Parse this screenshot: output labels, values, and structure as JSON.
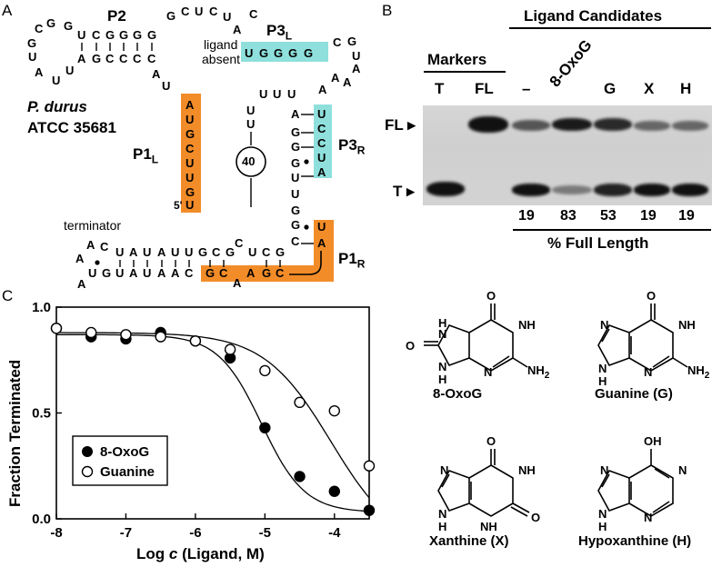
{
  "panel_a": {
    "letter": "A",
    "organism": "P. durus",
    "strain": "ATCC 35681",
    "labels": {
      "p2": "P2",
      "p3l": "P3",
      "p3l_sub": "L",
      "p1l": "P1",
      "p1l_sub": "L",
      "p3r": "P3",
      "p3r_sub": "R",
      "p1r": "P1",
      "p1r_sub": "R",
      "ligand": "ligand",
      "absent": "absent",
      "terminator": "terminator",
      "five_prime": "5'",
      "nt_number": "40"
    },
    "colors": {
      "orange": "#f28c28",
      "cyan": "#8fe0dc"
    }
  },
  "panel_b": {
    "letter": "B",
    "header_markers": "Markers",
    "header_ligands": "Ligand Candidates",
    "lanes": [
      "T",
      "FL",
      "–",
      "8-OxoG",
      "G",
      "X",
      "H"
    ],
    "row_fl": "FL",
    "row_t": "T",
    "percent_values": [
      "19",
      "83",
      "53",
      "19",
      "19"
    ],
    "percent_label": "% Full Length"
  },
  "panel_c": {
    "letter": "C",
    "legend": [
      "8-OxoG",
      "Guanine"
    ],
    "chart_data": {
      "type": "scatter",
      "xlabel": "Log c (Ligand, M)",
      "ylabel": "Fraction Terminated",
      "xlim": [
        -8,
        -3.5
      ],
      "ylim": [
        0,
        1.0
      ],
      "xticks": [
        "-8",
        "-7",
        "-6",
        "-5",
        "-4"
      ],
      "yticks": [
        "0.0",
        "0.5",
        "1.0"
      ],
      "series": [
        {
          "name": "8-OxoG",
          "marker": "filled",
          "x": [
            -8,
            -7.5,
            -7,
            -6.5,
            -6,
            -5.5,
            -5,
            -4.5,
            -4,
            -3.5
          ],
          "y": [
            0.9,
            0.86,
            0.85,
            0.88,
            0.84,
            0.76,
            0.43,
            0.2,
            0.13,
            0.04
          ]
        },
        {
          "name": "Guanine",
          "marker": "open",
          "x": [
            -8,
            -7.5,
            -7,
            -6.5,
            -6,
            -5.5,
            -5,
            -4.5,
            -4,
            -3.5
          ],
          "y": [
            0.9,
            0.88,
            0.87,
            0.86,
            0.84,
            0.8,
            0.7,
            0.55,
            0.51,
            0.25
          ]
        }
      ]
    }
  },
  "panel_d": {
    "structures": [
      "8-OxoG",
      "Guanine (G)",
      "Xanthine (X)",
      "Hypoxanthine (H)"
    ],
    "atoms": {
      "o": "O",
      "h": "H",
      "n": "N",
      "nh": "NH",
      "nh2": "NH",
      "two": "2",
      "oh": "OH"
    }
  }
}
